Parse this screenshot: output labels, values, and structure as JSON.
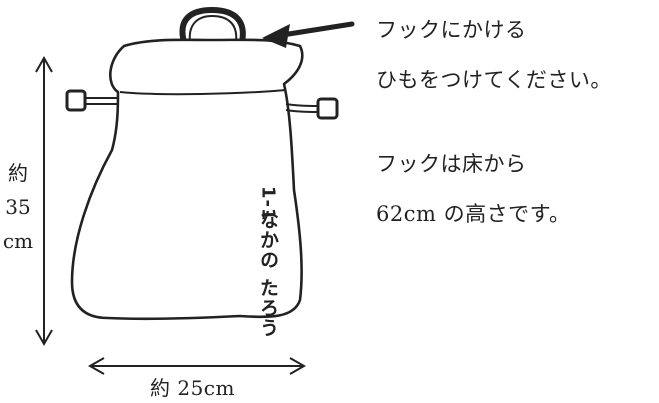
{
  "notes": {
    "hook_line1": "フックにかける",
    "hook_line2": "ひもをつけてください。",
    "height_line1": "フックは床から",
    "height_line2": "62cm の高さです。"
  },
  "dimensions": {
    "height_line1": "約",
    "height_line2": "35",
    "height_line3": "cm",
    "width": "約 25cm"
  },
  "bag_label": {
    "class": "1-1",
    "name": "なかの たろう"
  },
  "colors": {
    "ink": "#222222",
    "background": "#ffffff"
  }
}
